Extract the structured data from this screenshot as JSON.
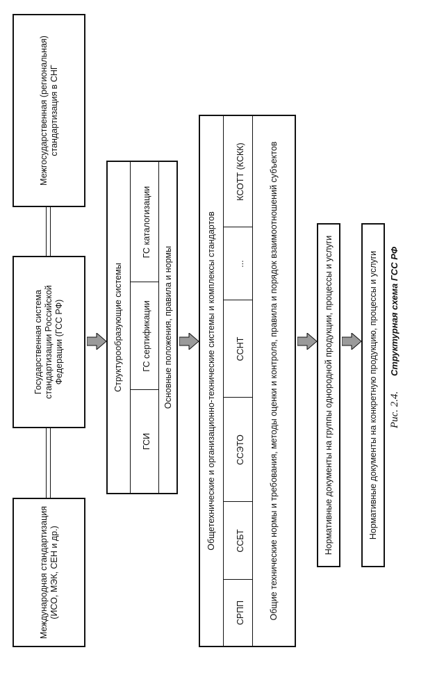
{
  "top": {
    "international": "Международная стандартизация (ИСО, МЭК, СЕН и др.)",
    "national": "Государственная система стандартизации Российской Федерации (ГСС РФ)",
    "interstate": "Межгосударственная (региональная) стандартизация в СНГ"
  },
  "structural": {
    "title": "Структурообразующие системы",
    "cells": [
      "ГСИ",
      "ГС сертификации",
      "ГС каталогизации"
    ],
    "bottom": "Основные положения, правила и нормы"
  },
  "general": {
    "title": "Общетехнические и организационно-технические системы и комплексы стандартов",
    "cells": [
      "СРПП",
      "ССБТ",
      "ССЭТО",
      "ССНТ",
      "...",
      "КСОТТ (КСКК)"
    ],
    "bottom": "Общие технические нормы и требования, методы оценки и контроля, правила и порядок взаимоотношений субъектов"
  },
  "groups_box": "Нормативные документы на группы однородной продукции, процессы и услуги",
  "specific_box": "Нормативные документы на конкретную продукцию, процессы и услуги",
  "caption": {
    "number": "Рис. 2.4.",
    "title": "Структурная схема ГСС РФ"
  },
  "colors": {
    "line": "#111111",
    "arrow_fill": "#9a9a9a"
  }
}
